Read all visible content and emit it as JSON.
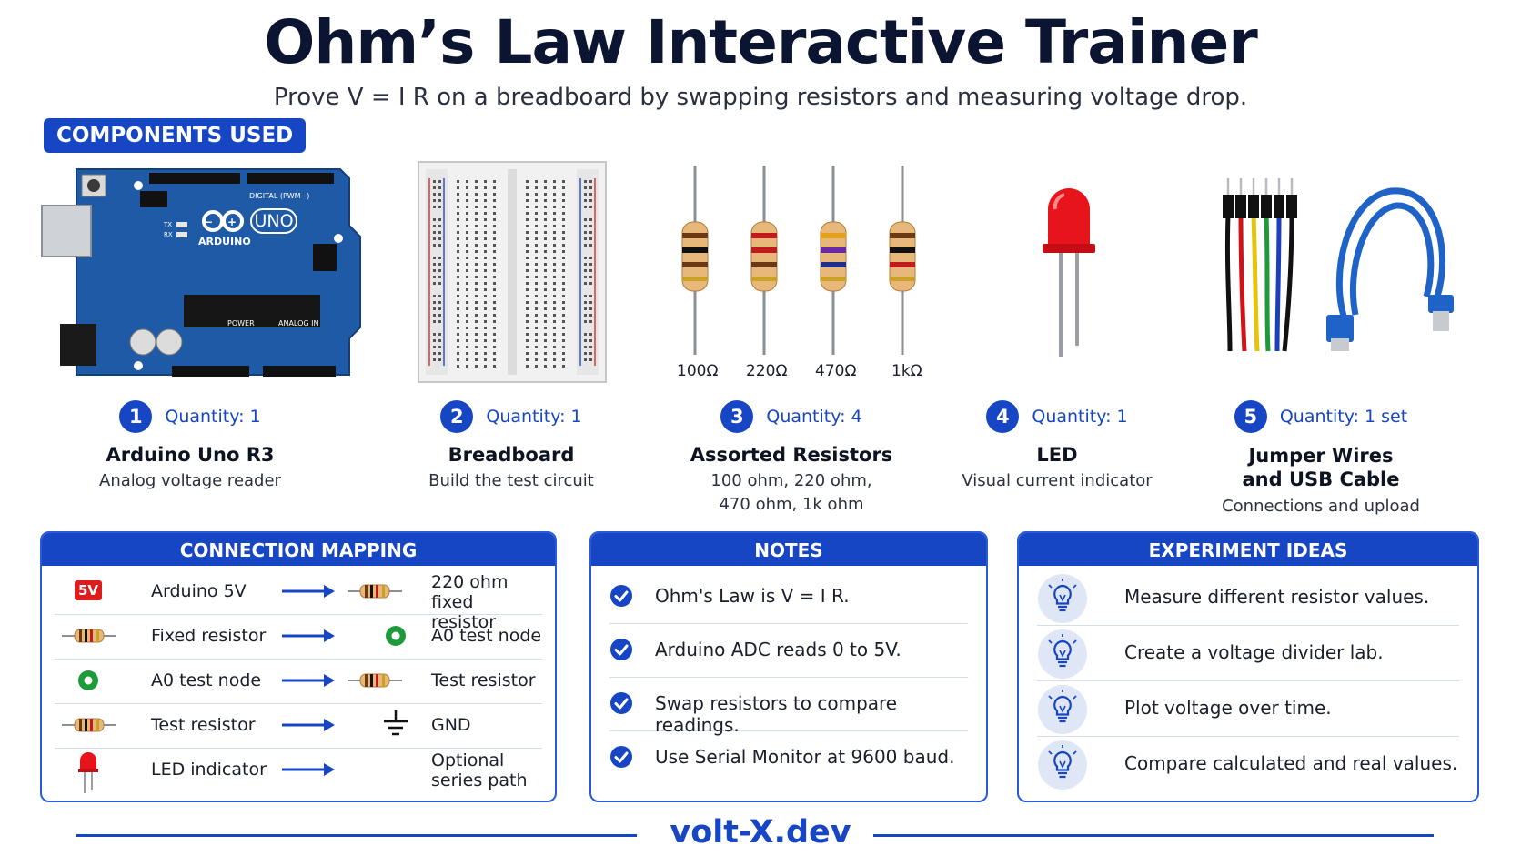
{
  "title": "Ohm’s Law Interactive Trainer",
  "subtitle": "Prove V =  I R on a breadboard by swapping resistors and measuring voltage drop.",
  "section_label": "COMPONENTS USED",
  "components": [
    {
      "num": "1",
      "quantity": "Quantity: 1",
      "name": "Arduino Uno R3",
      "desc": "Analog voltage reader"
    },
    {
      "num": "2",
      "quantity": "Quantity: 1",
      "name": "Breadboard",
      "desc": "Build the test circuit"
    },
    {
      "num": "3",
      "quantity": "Quantity: 4",
      "name": "Assorted Resistors",
      "desc_line1": "100 ohm, 220 ohm,",
      "desc_line2": "470 ohm, 1k ohm"
    },
    {
      "num": "4",
      "quantity": "Quantity: 1",
      "name": "LED",
      "desc": "Visual current indicator"
    },
    {
      "num": "5",
      "quantity": "Quantity: 1 set",
      "name_line1": "Jumper Wires",
      "name_line2": "and USB Cable",
      "desc": "Connections and upload"
    }
  ],
  "arduino": {
    "logo": "UNO",
    "brand": "ARDUINO",
    "digital": "DIGITAL (PWM~)",
    "power": "POWER",
    "analog": "ANALOG IN",
    "tx": "TX",
    "rx": "RX"
  },
  "resistor_labels": [
    "100Ω",
    "220Ω",
    "470Ω",
    "1kΩ"
  ],
  "mapping": {
    "header": "CONNECTION MAPPING",
    "badge_5v": "5V",
    "rows": [
      {
        "left": "Arduino 5V",
        "right_line1": "220 ohm",
        "right_line2": "fixed resistor"
      },
      {
        "left": "Fixed resistor",
        "right": "A0 test node"
      },
      {
        "left": "A0 test node",
        "right": "Test resistor"
      },
      {
        "left": "Test resistor",
        "right": "GND"
      },
      {
        "left": "LED indicator",
        "right_line1": "Optional",
        "right_line2": "series path"
      }
    ]
  },
  "notes": {
    "header": "NOTES",
    "items": [
      "Ohm's Law is V =  I R.",
      "Arduino ADC reads 0 to 5V.",
      "Swap resistors to compare readings.",
      "Use Serial Monitor at 9600 baud."
    ]
  },
  "ideas": {
    "header": "EXPERIMENT IDEAS",
    "items": [
      "Measure different resistor values.",
      "Create a voltage divider lab.",
      "Plot voltage over time.",
      "Compare calculated and real values."
    ]
  },
  "footer": "volt-X.dev",
  "colors": {
    "accent": "#1646c4",
    "board": "#1f5aa6",
    "led_red": "#e8141c"
  }
}
